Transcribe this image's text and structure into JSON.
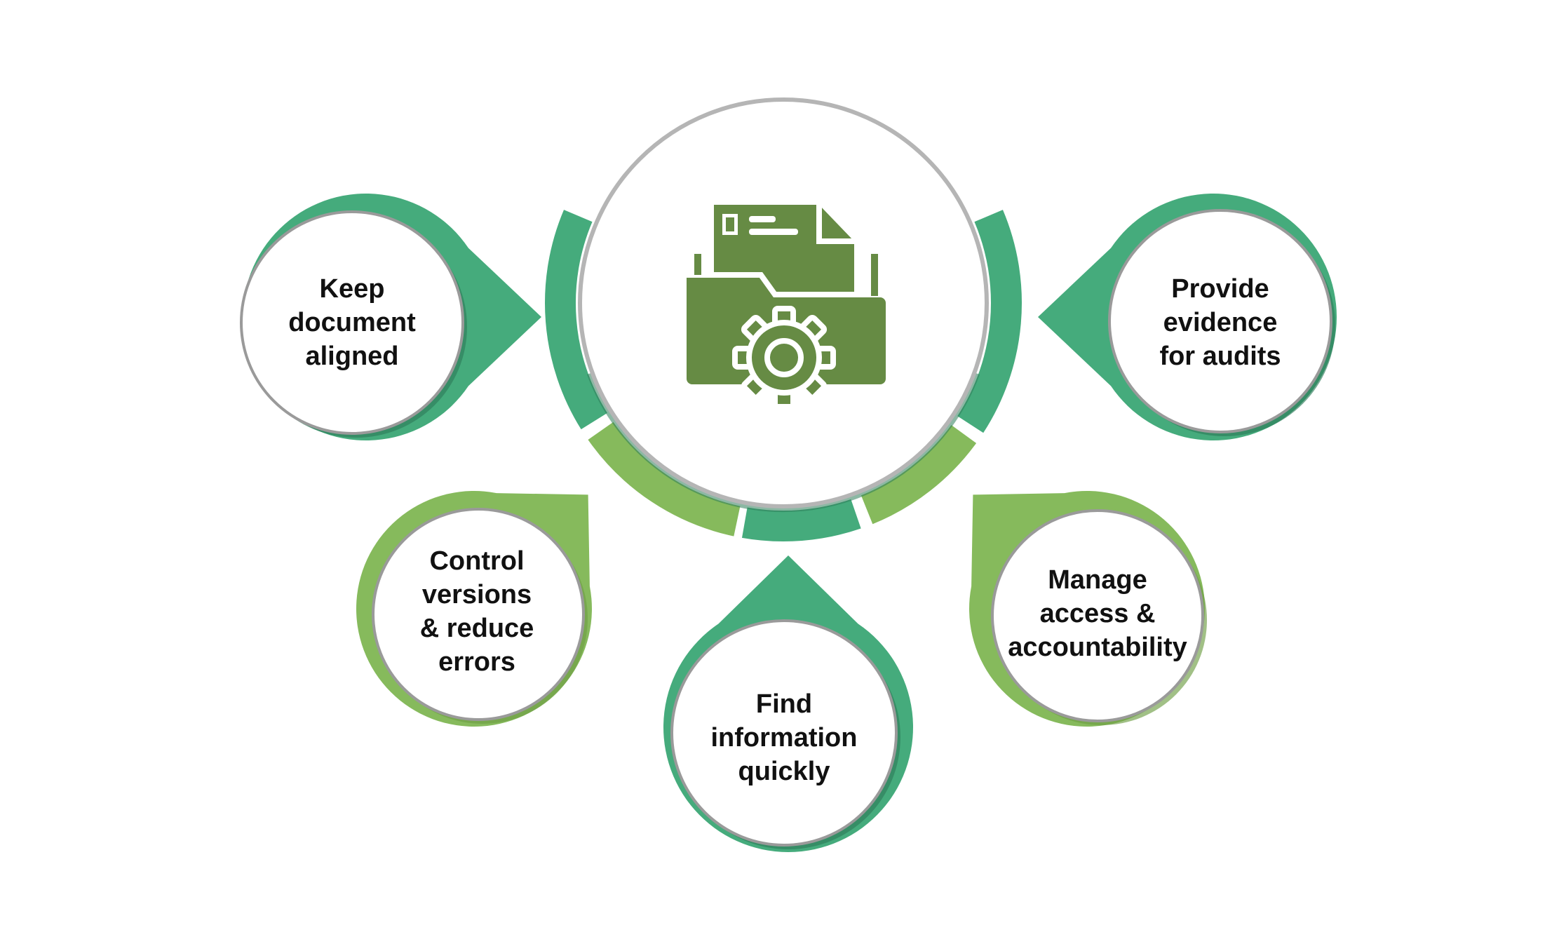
{
  "colors": {
    "dark_green": "#45AB7C",
    "dark_green_shadow": "#2E7D5A",
    "light_green": "#86BA5C",
    "light_green_shadow": "#6E9E45",
    "icon_green": "#668B44",
    "ring_gray": "#B5B5B5",
    "card_outline": "#9A9A9A"
  },
  "center": {
    "icon": "folder-gear-icon"
  },
  "items": [
    {
      "label": "Keep\ndocument\naligned",
      "color": "dark_green"
    },
    {
      "label": "Control\nversions\n& reduce\nerrors",
      "color": "light_green"
    },
    {
      "label": "Find\ninformation\nquickly",
      "color": "dark_green"
    },
    {
      "label": "Manage\naccess &\naccountability",
      "color": "light_green"
    },
    {
      "label": "Provide\nevidence\nfor audits",
      "color": "dark_green"
    }
  ]
}
